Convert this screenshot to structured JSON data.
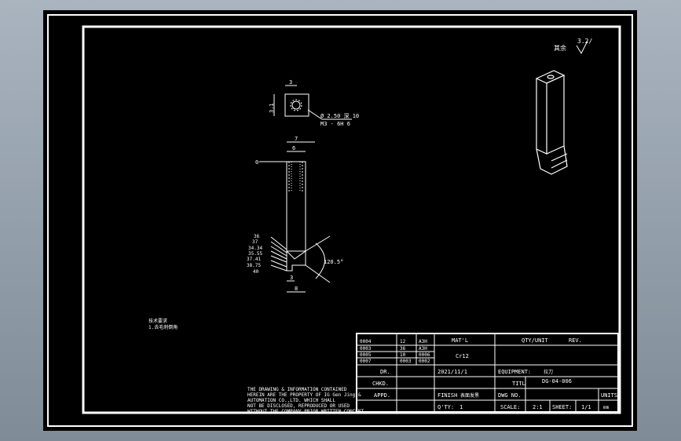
{
  "surface_finish": {
    "label": "其余",
    "value": "3.2/"
  },
  "top_view": {
    "width_dim": "3",
    "height_dim": "3.1",
    "note_line1": "Ø 2.50 深 10",
    "note_line2": "M3 - 6H 6"
  },
  "front_view": {
    "overall_width": "7",
    "body_width": "6",
    "datum": "0",
    "left_dims": [
      "36",
      "37",
      "34.34",
      "35.55",
      "37.41",
      "38.75",
      "40"
    ],
    "bottom_dim1": "3",
    "bottom_dim2": "8",
    "angle": "120.5°"
  },
  "tech_note": {
    "line1": "技术要求",
    "line2": "1.去毛刺倒角"
  },
  "disclaimer": [
    "THE DRAWING & INFORMATION CONTAINED",
    "HEREIN ARE THE PROPERTY OF IG Gen Jing &",
    "AUTOMATION CO.,LTD. WHICH SHALL",
    "NOT BE DISCLOSED, REPRODUCED OR USED",
    "WITHOUT THE COMPANY PRIOR WRITTEN CONCENT."
  ],
  "title_block": {
    "rev_rows": [
      [
        "0004",
        "12",
        "A3H"
      ],
      [
        "0003",
        "36",
        "A3H"
      ],
      [
        "0005",
        "10",
        "0006"
      ],
      [
        "0007",
        "0003",
        "0002"
      ]
    ],
    "mat_label": "MAT'L",
    "mat_value": "Cr12",
    "qty_header": "QTY/UNIT",
    "qty_header2": "REV.",
    "dr_label": "DR.",
    "date": "2021/11/1",
    "chkd_label": "CHKD.",
    "appd_label": "APPD.",
    "finish_label": "FINISH",
    "finish_value": "表面发黑",
    "qty_label": "Q'TY:",
    "qty_value": "1",
    "equipment_label": "EQUIPMENT:",
    "equipment_value": "拉刀",
    "title_label": "TITL",
    "title_value": "DG-04-006",
    "dwg_label": "DWG NO.",
    "units_label": "UNITS",
    "units_value": "mm",
    "scale_label": "SCALE:",
    "scale_value": "2:1",
    "sheet_label": "SHEET:",
    "sheet_value": "1/1"
  }
}
